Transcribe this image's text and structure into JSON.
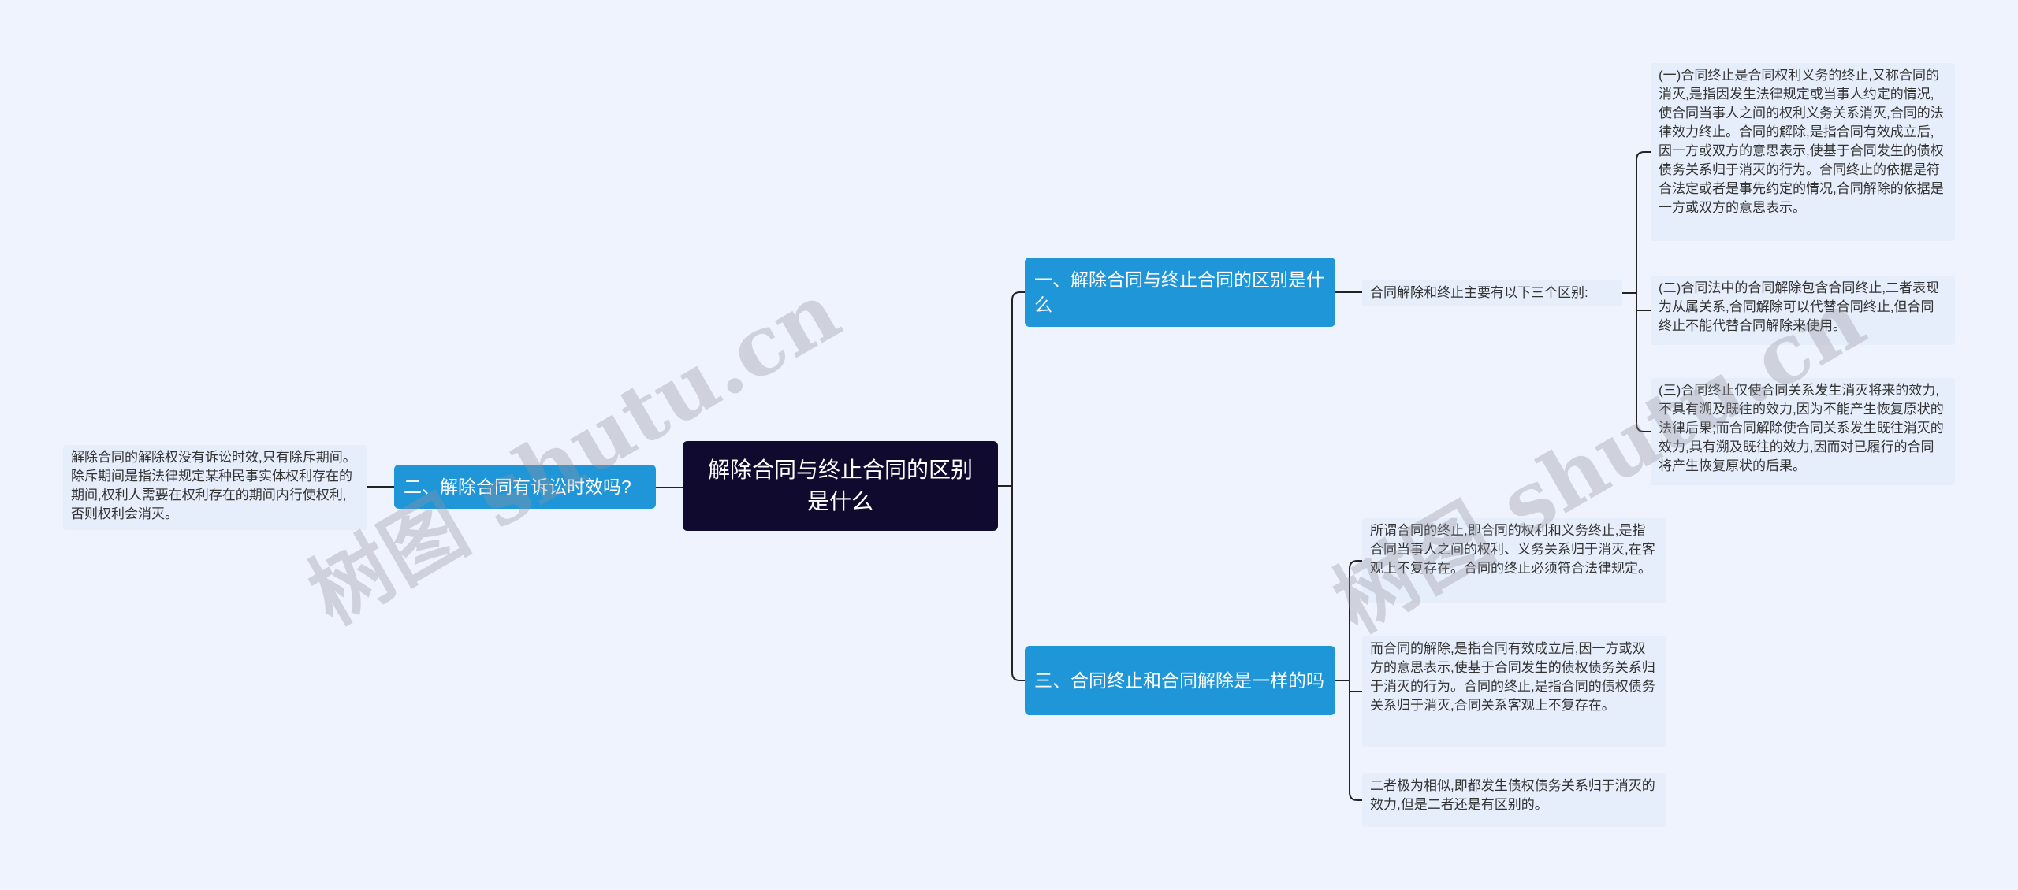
{
  "root": {
    "label": "解除合同与终止合同的区别是什么"
  },
  "branches": [
    {
      "label": "一、解除合同与终止合同的区别是什么"
    },
    {
      "label": "二、解除合同有诉讼时效吗?"
    },
    {
      "label": "三、合同终止和合同解除是一样的吗"
    }
  ],
  "branch1_summary": "合同解除和终止主要有以下三个区别:",
  "branch1_leaves": [
    "(一)合同终止是合同权利义务的终止,又称合同的消灭,是指因发生法律规定或当事人约定的情况,使合同当事人之间的权利义务关系消灭,合同的法律效力终止。合同的解除,是指合同有效成立后,因一方或双方的意思表示,使基于合同发生的债权债务关系归于消灭的行为。合同终止的依据是符合法定或者是事先约定的情况,合同解除的依据是一方或双方的意思表示。",
    "(二)合同法中的合同解除包含合同终止,二者表现为从属关系,合同解除可以代替合同终止,但合同终止不能代替合同解除来使用。",
    "(三)合同终止仅使合同关系发生消灭将来的效力,不具有溯及既往的效力,因为不能产生恢复原状的法律后果;而合同解除使合同关系发生既往消灭的效力,具有溯及既往的效力,因而对已履行的合同将产生恢复原状的后果。"
  ],
  "branch2_leaves": [
    "解除合同的解除权没有诉讼时效,只有除斥期间。除斥期间是指法律规定某种民事实体权利存在的期间,权利人需要在权利存在的期间内行使权利,否则权利会消灭。"
  ],
  "branch3_leaves": [
    "所谓合同的终止,即合同的权利和义务终止,是指合同当事人之间的权利、义务关系归于消灭,在客观上不复存在。合同的终止必须符合法律规定。",
    "而合同的解除,是指合同有效成立后,因一方或双方的意思表示,使基于合同发生的债权债务关系归于消灭的行为。合同的终止,是指合同的债权债务关系归于消灭,合同关系客观上不复存在。",
    "二者极为相似,即都发生债权债务关系归于消灭的效力,但是二者还是有区别的。"
  ],
  "watermark": "树图 shutu.cn",
  "colors": {
    "background": "#eef3fd",
    "root": "#100a2e",
    "branch": "#1f96d8",
    "leaf": "#e6eefb",
    "connector": "#222222"
  }
}
